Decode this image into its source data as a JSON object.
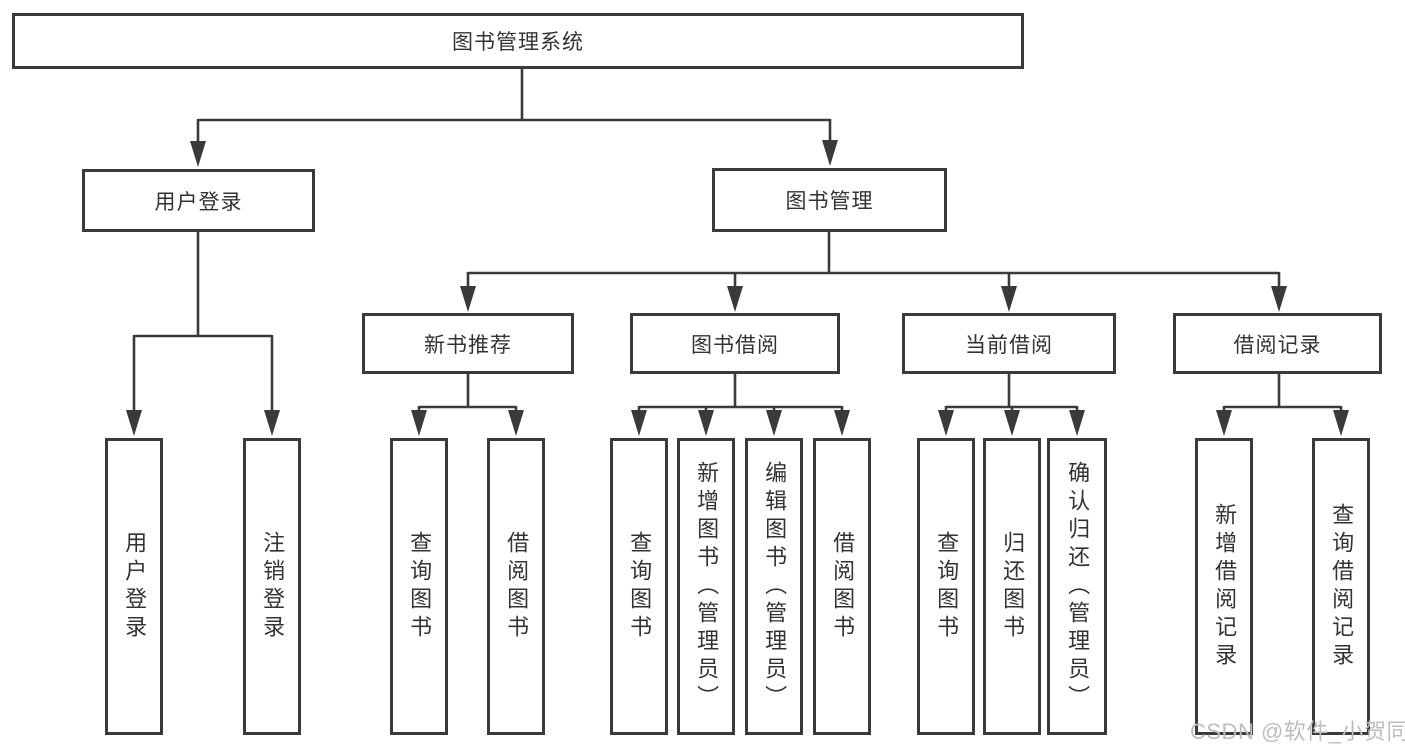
{
  "hierarchy": {
    "root": {
      "label": "图书管理系统"
    },
    "branches": [
      {
        "label": "用户登录",
        "leaves": [
          {
            "label": "用户登录"
          },
          {
            "label": "注销登录"
          }
        ]
      },
      {
        "label": "图书管理",
        "groups": [
          {
            "label": "新书推荐",
            "leaves": [
              {
                "label": "查询图书"
              },
              {
                "label": "借阅图书"
              }
            ]
          },
          {
            "label": "图书借阅",
            "leaves": [
              {
                "label": "查询图书"
              },
              {
                "label": "新增图书（管理员）"
              },
              {
                "label": "编辑图书（管理员）"
              },
              {
                "label": "借阅图书"
              }
            ]
          },
          {
            "label": "当前借阅",
            "leaves": [
              {
                "label": "查询图书"
              },
              {
                "label": "归还图书"
              },
              {
                "label": "确认归还（管理员）"
              }
            ]
          },
          {
            "label": "借阅记录",
            "leaves": [
              {
                "label": "新增借阅记录"
              },
              {
                "label": "查询借阅记录"
              }
            ]
          }
        ]
      }
    ]
  },
  "watermark": {
    "text": "CSDN @软件_小贺同学",
    "color": "#bdbdbd"
  },
  "colors": {
    "line": "#3a3a3a",
    "text": "#333333",
    "box_background": "#ffffff",
    "page_background": "#ffffff"
  }
}
